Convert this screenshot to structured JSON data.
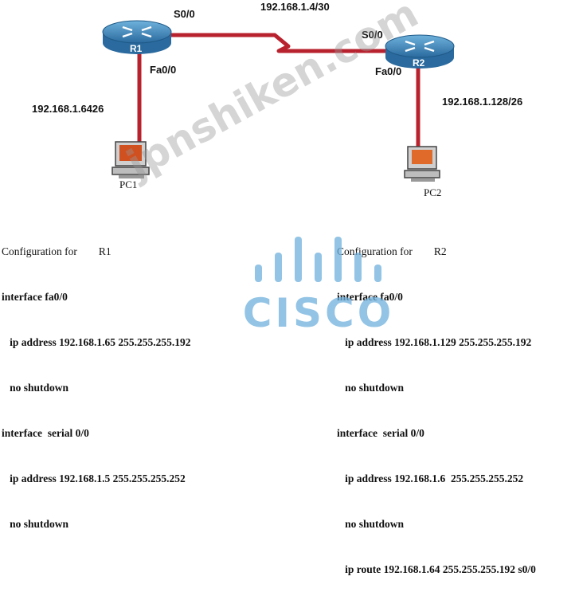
{
  "topology": {
    "wan_network": "192.168.1.4/30",
    "routers": [
      {
        "name": "R1",
        "serial_label": "S0/0",
        "fast_label": "Fa0/0"
      },
      {
        "name": "R2",
        "serial_label": "S0/0",
        "fast_label": "Fa0/0"
      }
    ],
    "lan_left": "192.168.1.6426",
    "lan_right": "192.168.1.128/26",
    "pcs": [
      {
        "name": "PC1"
      },
      {
        "name": "PC2"
      }
    ],
    "colors": {
      "router": "#3a82b8",
      "link": "#b8222e",
      "pc_screen": "#d0501f"
    }
  },
  "config_r1": {
    "lines": [
      "Configuration for        R1",
      "interface fa0/0",
      "   ip address 192.168.1.65 255.255.255.192",
      "   no shutdown",
      "interface  serial 0/0",
      "   ip address 192.168.1.5 255.255.255.252",
      "   no shutdown"
    ]
  },
  "config_r2": {
    "lines": [
      "Configuration for        R2",
      "interface fa0/0",
      "   ip address 192.168.1.129 255.255.255.192",
      "   no shutdown",
      "interface  serial 0/0",
      "   ip address 192.168.1.6  255.255.255.252",
      "   no shutdown",
      "   ip route 192.168.1.64 255.255.255.192 s0/0"
    ]
  },
  "watermark": {
    "text": "jpnshiken.com",
    "color": "#969696"
  },
  "logo": {
    "text": "CISCO",
    "color": "#6fb1dd"
  }
}
